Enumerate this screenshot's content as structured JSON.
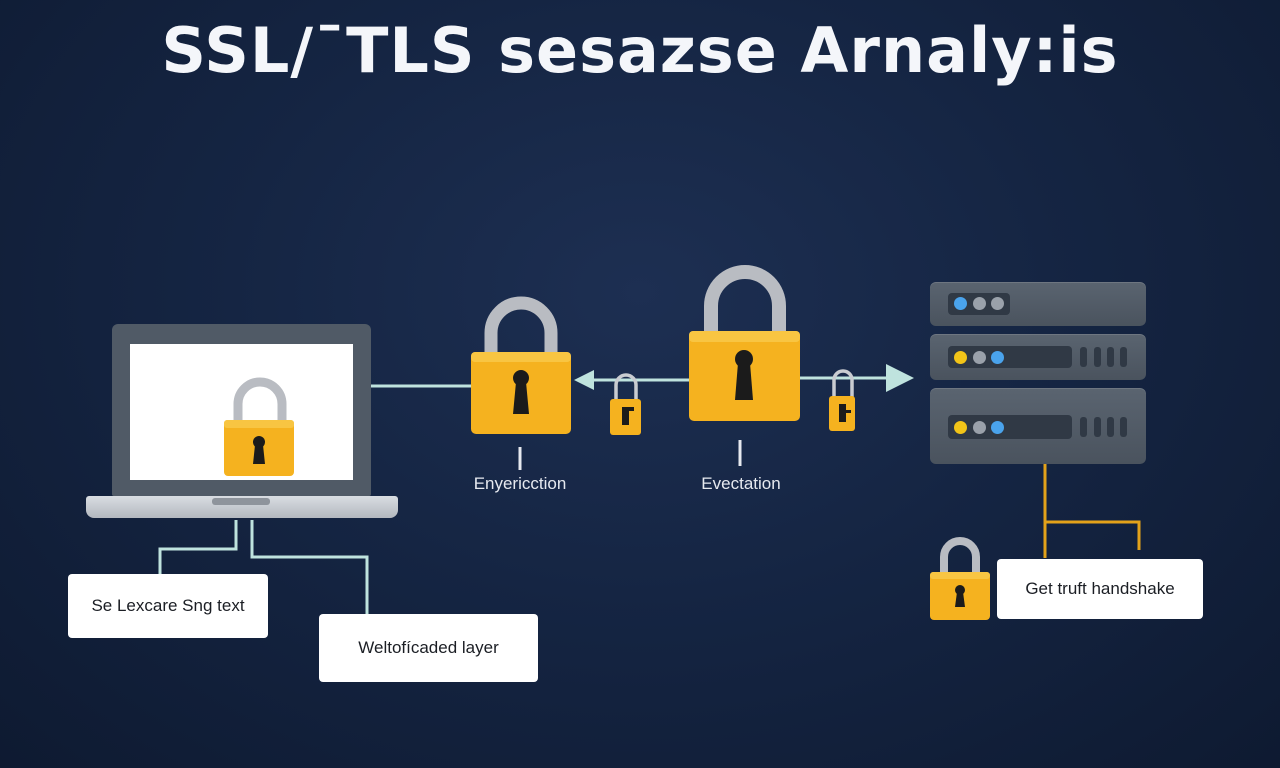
{
  "title": "SSL/¯TLS sesazse Arnaly:is",
  "labels": {
    "encryption": "Enyericction",
    "evectation": "Evectation",
    "client_box": "Se Lexcare Sng text",
    "layer_box": "Weltofícaded layer",
    "handshake_box": "Get truft handshake"
  },
  "icons": {
    "client_lock": "padlock-icon",
    "enc_lock": "padlock-icon",
    "dec_lock": "padlock-icon",
    "small_lock_left": "padlock-icon",
    "small_lock_right": "padlock-icon",
    "handshake_lock": "padlock-icon",
    "laptop": "laptop-icon",
    "server": "server-rack-icon"
  },
  "colors": {
    "background": "#152543",
    "lock_body": "#f5b21f",
    "lock_shackle": "#b9bcc2",
    "connector_teal": "#bfe3de",
    "connector_gold": "#e3a21a",
    "dot_blue": "#4aa3ec",
    "dot_yellow": "#f2c418",
    "dot_gray": "#9aa1aa"
  }
}
